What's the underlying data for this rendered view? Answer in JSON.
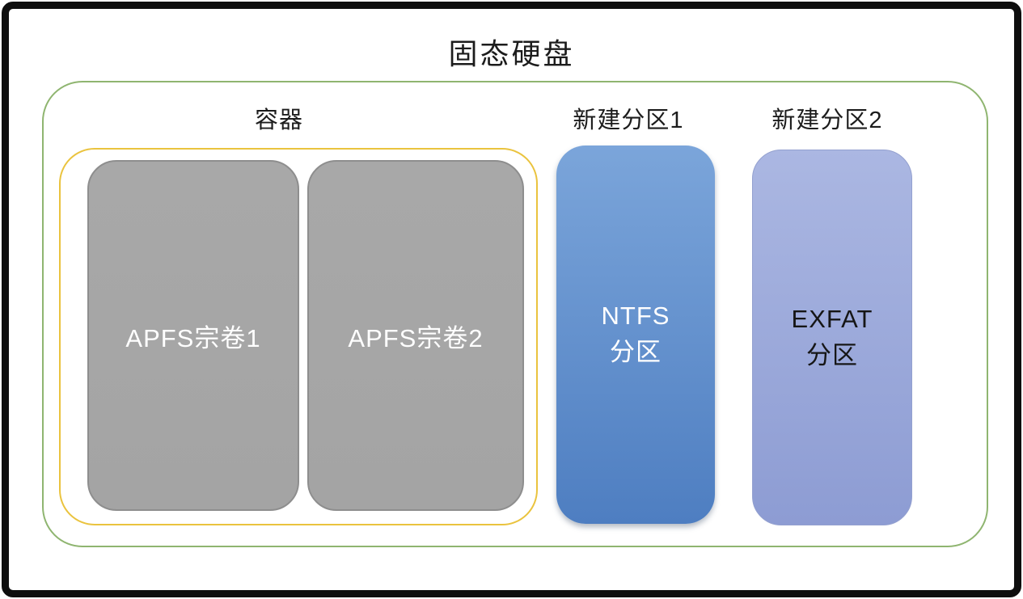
{
  "diagram": {
    "title": "固态硬盘",
    "container": {
      "label": "容器",
      "volumes": [
        {
          "label": "APFS宗卷1"
        },
        {
          "label": "APFS宗卷2"
        }
      ]
    },
    "partitions": [
      {
        "label": "新建分区1",
        "line1": "NTFS",
        "line2": "分区"
      },
      {
        "label": "新建分区2",
        "line1": "EXFAT",
        "line2": "分区"
      }
    ],
    "colors": {
      "frame_border": "#0e0e0e",
      "drive_border": "#8fb570",
      "container_border": "#eac33e",
      "volume_fill": "#a6a6a6",
      "volume_outline": "#8e8e8e",
      "ntfs_gradient_top": "#7ba5da",
      "ntfs_gradient_bottom": "#4e7ec1",
      "exfat_gradient_top": "#abb7e2",
      "exfat_gradient_bottom": "#8d9cd3",
      "title_text": "#1c1c1c",
      "volume_text": "#ffffff",
      "ntfs_text": "#ffffff",
      "exfat_text": "#161616"
    }
  }
}
